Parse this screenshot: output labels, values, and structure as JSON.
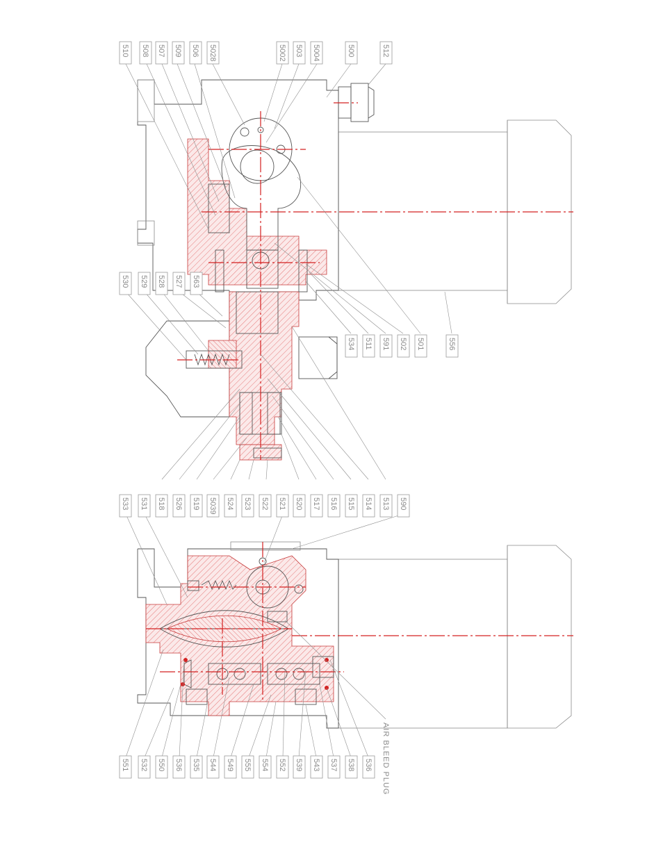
{
  "colors": {
    "section_hatch": "#e05a5a",
    "centerline": "#d42020",
    "outline": "#8a8a8a",
    "label_text": "#8a8a8a"
  },
  "labels_top_view": [
    "510",
    "508",
    "507",
    "509",
    "506",
    "5028",
    "5002",
    "503",
    "5004",
    "500",
    "512",
    "534",
    "511",
    "591",
    "502",
    "501",
    "556",
    "530",
    "529",
    "528",
    "527",
    "563",
    "518",
    "526",
    "519",
    "5039",
    "524",
    "523",
    "522",
    "520",
    "517",
    "516",
    "515",
    "514",
    "513",
    "533",
    "531",
    "521",
    "590"
  ],
  "labels_bottom_view": [
    "551",
    "532",
    "550",
    "536",
    "535",
    "544",
    "549",
    "555",
    "554",
    "552",
    "539",
    "543",
    "537",
    "538",
    "536"
  ],
  "note": "AIR BLEED PLUG"
}
